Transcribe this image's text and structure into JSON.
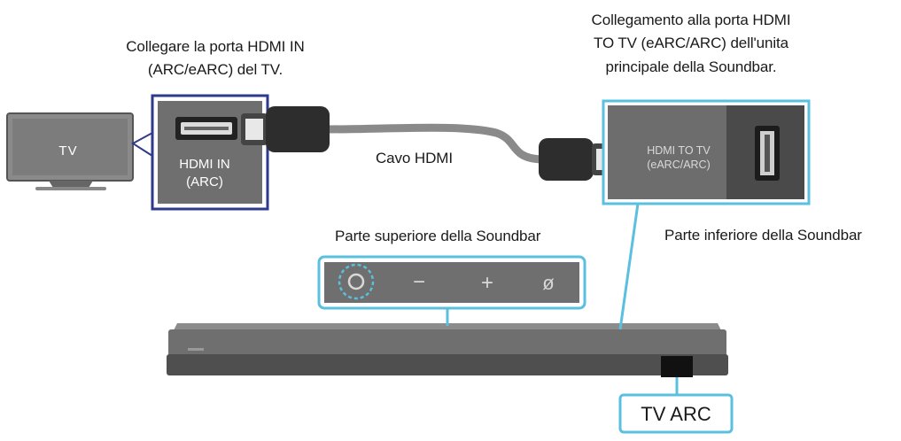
{
  "colors": {
    "accent_blue": "#5bc0de",
    "tv_outline": "#2f3a8c",
    "device_gray": "#7a7a7a",
    "dark_gray": "#3a3a3a"
  },
  "tv_device": {
    "label": "TV"
  },
  "tv_port": {
    "callout": [
      "Collegare la porta HDMI IN",
      "(ARC/eARC) del TV."
    ],
    "label_line1": "HDMI IN",
    "label_line2": "(ARC)"
  },
  "cable": {
    "label": "Cavo HDMI"
  },
  "soundbar_port": {
    "callout": [
      "Collegamento alla porta HDMI",
      "TO TV (eARC/ARC) dell'unita",
      "principale della Soundbar."
    ],
    "label_line1": "HDMI TO TV",
    "label_line2": "(eARC/ARC)"
  },
  "soundbar_top": {
    "label": "Parte superiore della Soundbar",
    "buttons": [
      {
        "name": "power-button",
        "icon": "power-icon"
      },
      {
        "name": "volume-down-button",
        "icon": "minus-icon",
        "glyph": "−"
      },
      {
        "name": "volume-up-button",
        "icon": "plus-icon",
        "glyph": "+"
      },
      {
        "name": "mute-button",
        "icon": "mute-icon",
        "glyph": "ø"
      }
    ]
  },
  "soundbar_bottom": {
    "label": "Parte inferiore della Soundbar"
  },
  "indicator": {
    "label": "TV ARC"
  }
}
